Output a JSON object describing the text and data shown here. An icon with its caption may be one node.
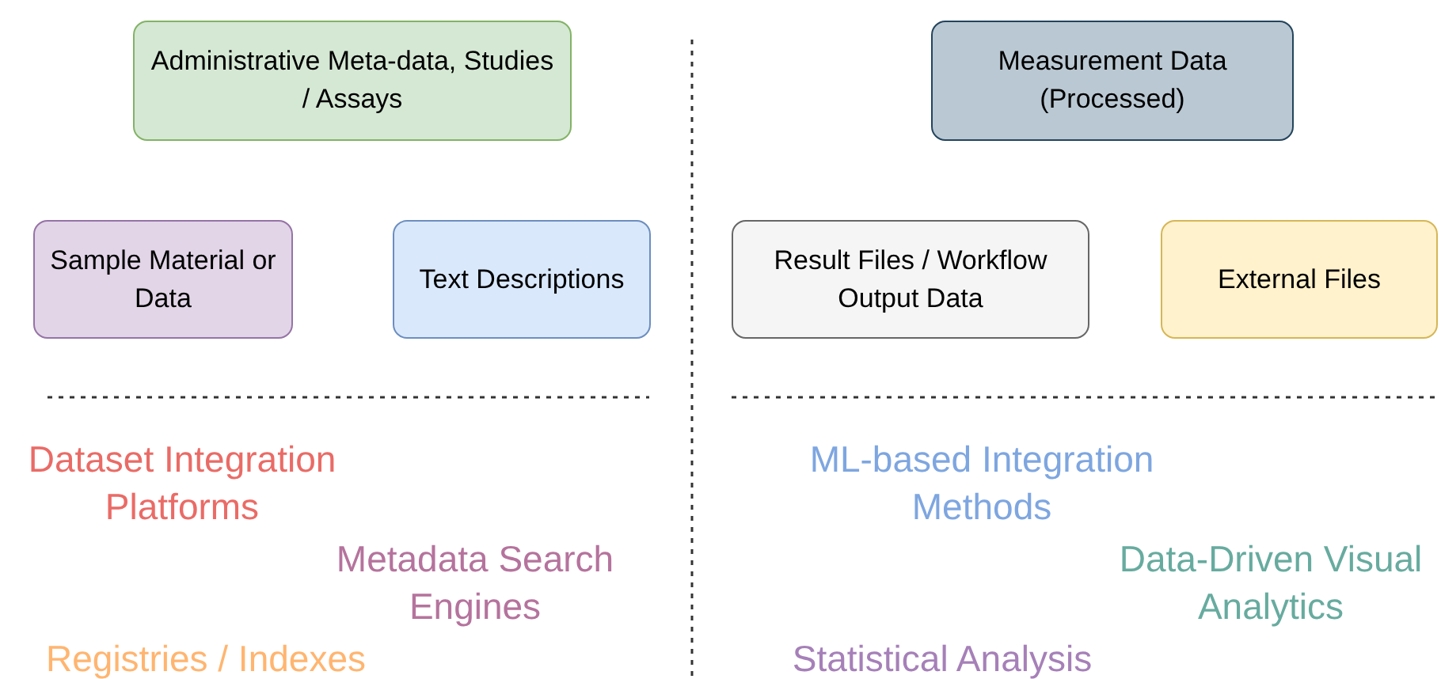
{
  "diagram": {
    "nodes": [
      {
        "text": [
          "Administrative Meta-data, Studies / Assays"
        ]
      },
      {
        "text": [
          "Sample Material or Data"
        ]
      },
      {
        "text": [
          "Text Descriptions"
        ]
      },
      {
        "text": [
          "Measurement Data (Processed)"
        ]
      },
      {
        "text": [
          "Result Files / Workflow Output Data"
        ]
      },
      {
        "text": [
          "External Files"
        ]
      }
    ],
    "edges": [],
    "labels": [
      "Dataset Integration Platforms",
      "Metadata Search Engines",
      "Registries / Indexes",
      "ML-based Integration Methods",
      "Data-Driven Visual Analytics",
      "Statistical Analysis"
    ]
  }
}
